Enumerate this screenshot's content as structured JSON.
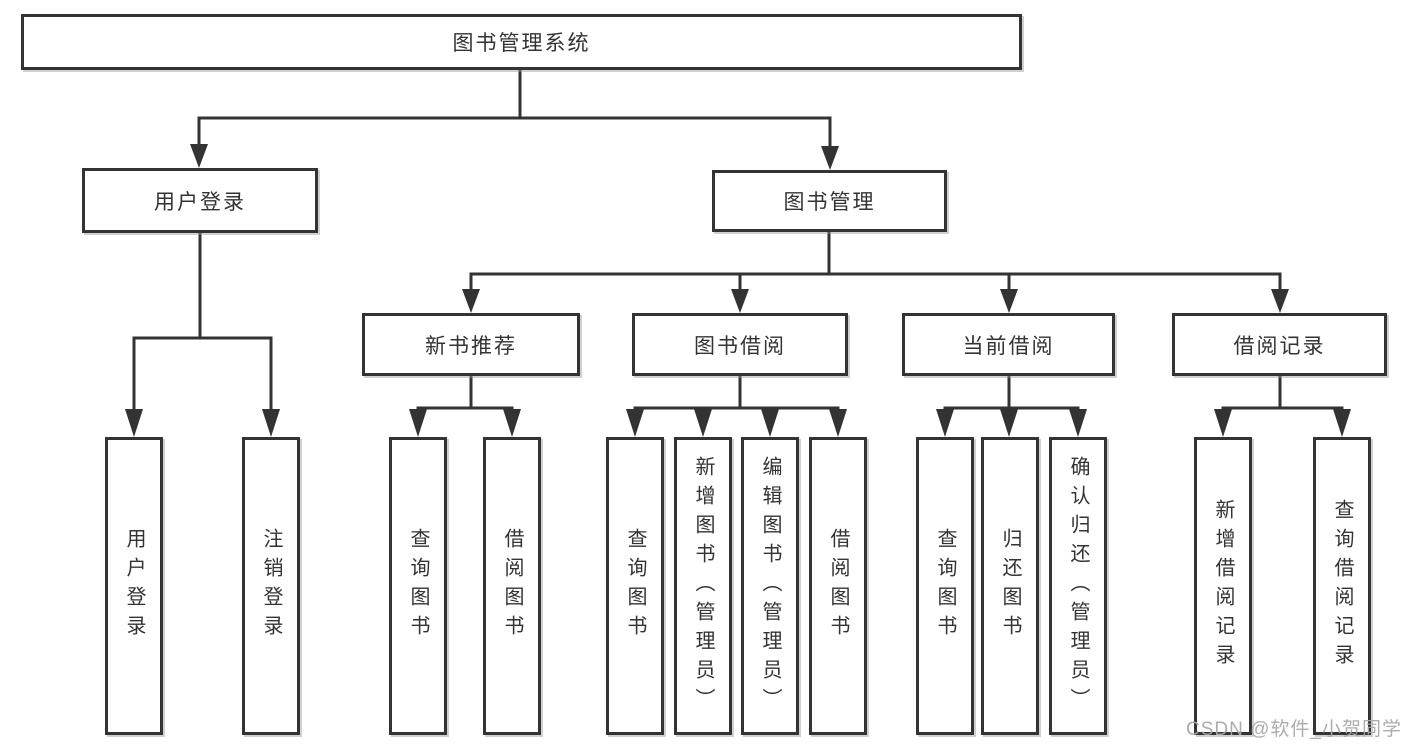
{
  "diagram": {
    "root": {
      "label": "图书管理系统"
    },
    "level2": [
      {
        "label": "用户登录"
      },
      {
        "label": "图书管理"
      }
    ],
    "level3": [
      {
        "label": "新书推荐",
        "parent": "图书管理"
      },
      {
        "label": "图书借阅",
        "parent": "图书管理"
      },
      {
        "label": "当前借阅",
        "parent": "图书管理"
      },
      {
        "label": "借阅记录",
        "parent": "图书管理"
      }
    ],
    "leaves": [
      {
        "label": "用户登录",
        "parent": "用户登录"
      },
      {
        "label": "注销登录",
        "parent": "用户登录"
      },
      {
        "label": "查询图书",
        "parent": "新书推荐"
      },
      {
        "label": "借阅图书",
        "parent": "新书推荐"
      },
      {
        "label": "查询图书",
        "parent": "图书借阅"
      },
      {
        "label": "新增图书（管理员）",
        "parent": "图书借阅"
      },
      {
        "label": "编辑图书（管理员）",
        "parent": "图书借阅"
      },
      {
        "label": "借阅图书",
        "parent": "图书借阅"
      },
      {
        "label": "查询图书",
        "parent": "当前借阅"
      },
      {
        "label": "归还图书",
        "parent": "当前借阅"
      },
      {
        "label": "确认归还（管理员）",
        "parent": "当前借阅"
      },
      {
        "label": "新增借阅记录",
        "parent": "借阅记录"
      },
      {
        "label": "查询借阅记录",
        "parent": "借阅记录"
      }
    ],
    "colors": {
      "line": "#333333",
      "text": "#333333",
      "box_fill": "#ffffff",
      "background": "#ffffff"
    }
  },
  "watermark": {
    "text": "CSDN @软件_小贺同学",
    "color": "#a8a8a8"
  }
}
